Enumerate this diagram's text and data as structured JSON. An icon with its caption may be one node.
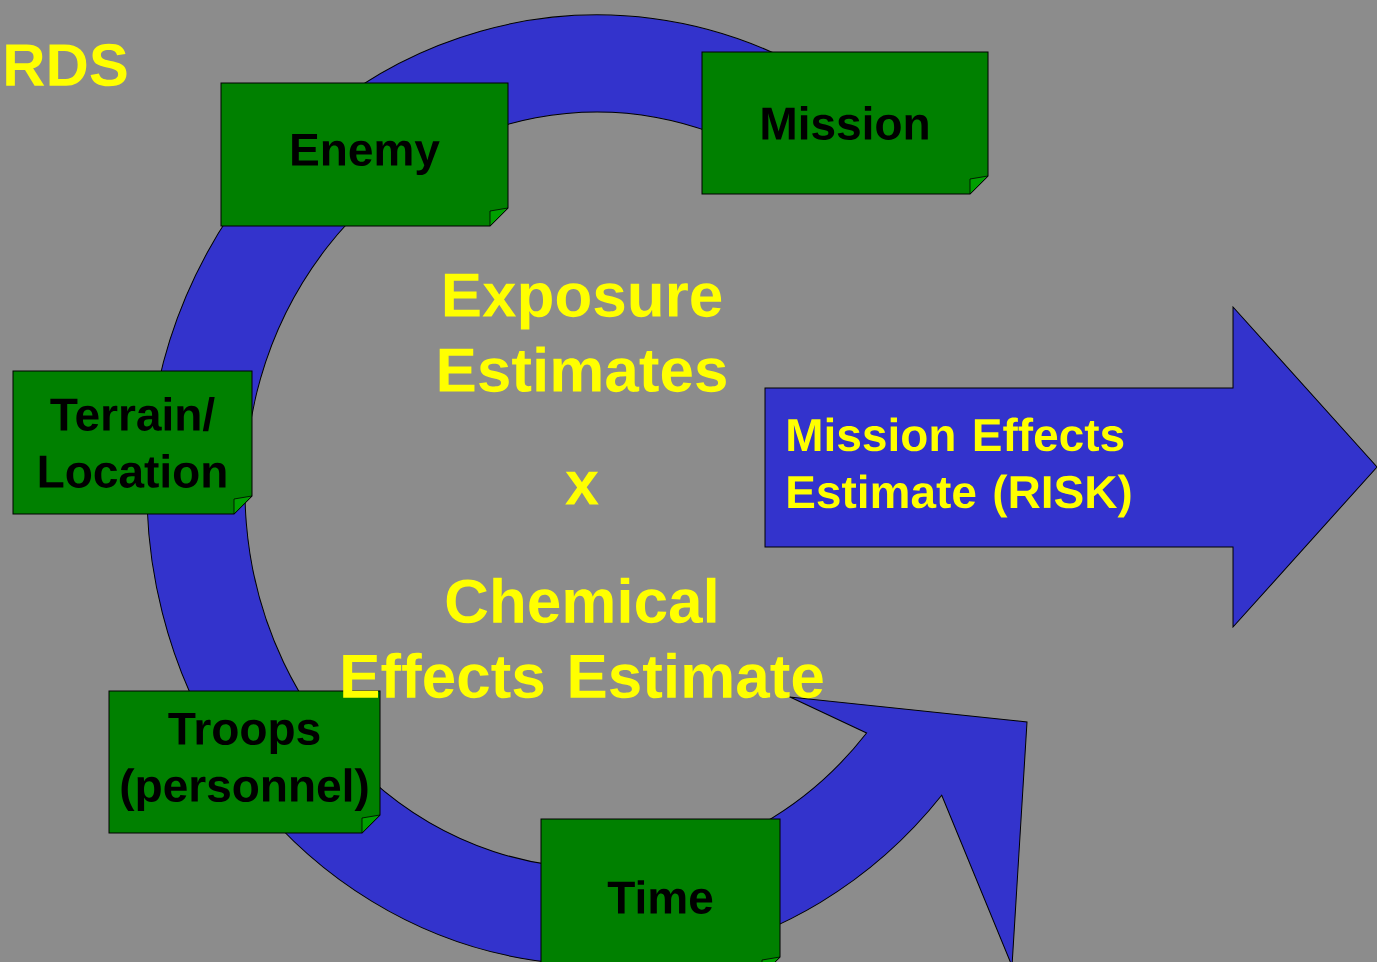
{
  "diagram": {
    "nodes": [
      {
        "text": [
          "Mission"
        ]
      },
      {
        "text": [
          "Enemy"
        ]
      },
      {
        "text": [
          "Terrain/ Location"
        ]
      },
      {
        "text": [
          "Troops (personnel)"
        ]
      },
      {
        "text": [
          "Time"
        ]
      },
      {
        "text": [
          "Mission Effects Estimate (RISK)"
        ]
      }
    ],
    "labels": [
      "RDS",
      "Exposure Estimates",
      "x",
      "Chemical Effects Estimate"
    ]
  }
}
